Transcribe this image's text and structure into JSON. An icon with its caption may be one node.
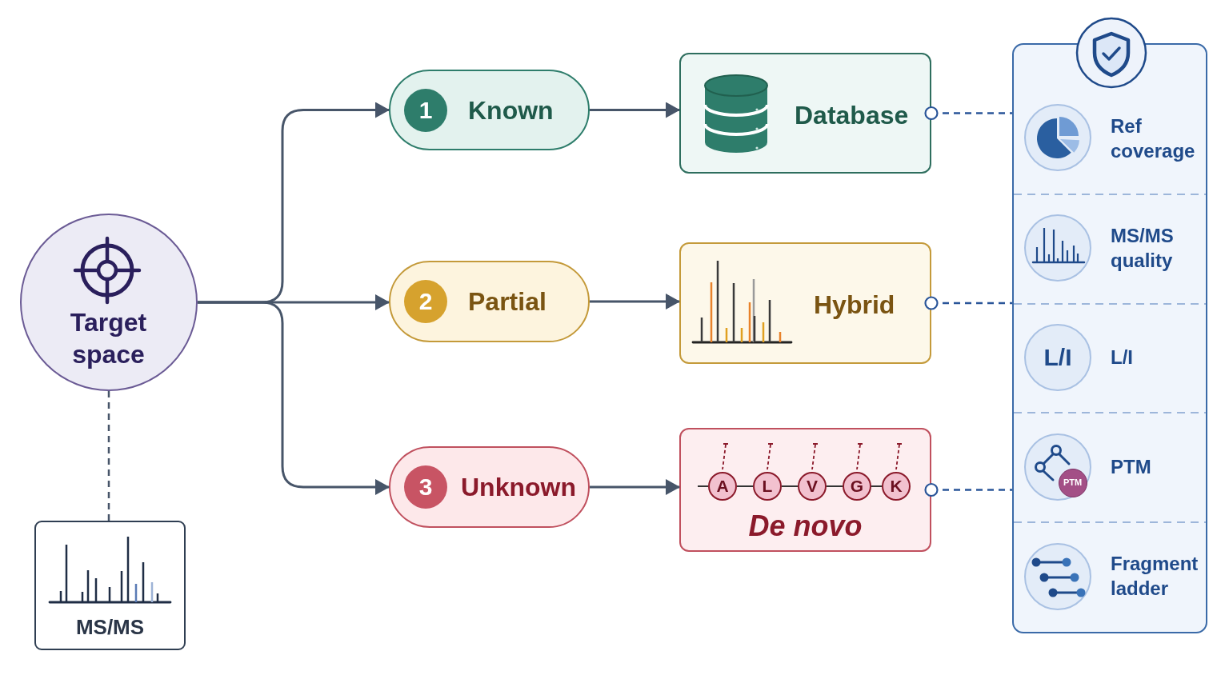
{
  "diagram": {
    "nodes": [
      {
        "text": [
          "Target space"
        ]
      },
      {
        "text": [
          "MS/MS"
        ]
      },
      {
        "text": [
          "1",
          "Known"
        ]
      },
      {
        "text": [
          "2",
          "Partial"
        ]
      },
      {
        "text": [
          "3",
          "Unknown"
        ]
      },
      {
        "text": [
          "Database"
        ]
      },
      {
        "text": [
          "Hybrid"
        ]
      },
      {
        "text": [
          "De novo"
        ]
      },
      {
        "text": [
          "A"
        ],
        "in": 7
      },
      {
        "text": [
          "L"
        ],
        "in": 7
      },
      {
        "text": [
          "V"
        ],
        "in": 7
      },
      {
        "text": [
          "G"
        ],
        "in": 7
      },
      {
        "text": [
          "K"
        ],
        "in": 7
      },
      {
        "text": [],
        "shape": "box"
      },
      {
        "text": [
          "Ref coverage"
        ],
        "in": 13
      },
      {
        "text": [
          "MS/MS quality"
        ],
        "in": 13
      },
      {
        "text": [
          "L/I"
        ],
        "in": 13
      },
      {
        "text": [
          "L/I"
        ],
        "in": 16
      },
      {
        "text": [
          "PTM"
        ],
        "in": 13
      },
      {
        "text": [
          "PTM"
        ],
        "in": 18
      },
      {
        "text": [
          "Fragment ladder"
        ],
        "in": 13
      }
    ],
    "edges": [
      {
        "from": 0,
        "to": 2,
        "arrow": "to"
      },
      {
        "from": 0,
        "to": 3,
        "arrow": "to"
      },
      {
        "from": 0,
        "to": 4,
        "arrow": "to"
      },
      {
        "from": 0,
        "to": 1,
        "arrow": "none",
        "style": "dashed"
      },
      {
        "from": 2,
        "to": 5,
        "arrow": "to"
      },
      {
        "from": 3,
        "to": 6,
        "arrow": "to"
      },
      {
        "from": 4,
        "to": 7,
        "arrow": "to"
      },
      {
        "from": 5,
        "to": 13,
        "arrow": "other",
        "style": "dashed",
        "color": "#2a5599"
      },
      {
        "from": 6,
        "to": 13,
        "arrow": "other",
        "style": "dashed",
        "color": "#2a5599"
      },
      {
        "from": 7,
        "to": 13,
        "arrow": "other",
        "style": "dashed",
        "color": "#2a5599"
      },
      {
        "from": null,
        "to": 8,
        "arrow": "none",
        "color": "#333333"
      },
      {
        "from": 8,
        "to": 9,
        "arrow": "none",
        "color": "#333333"
      },
      {
        "from": 9,
        "to": 10,
        "arrow": "none",
        "color": "#333333"
      },
      {
        "from": 10,
        "to": 11,
        "arrow": "none",
        "color": "#333333"
      },
      {
        "from": 11,
        "to": 12,
        "arrow": "none",
        "color": "#333333"
      }
    ]
  }
}
